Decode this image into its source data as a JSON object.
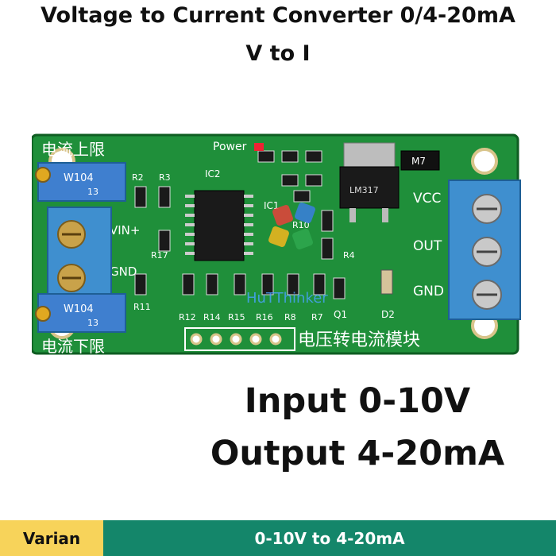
{
  "header": {
    "title_line1": "Voltage to Current Converter 0/4-20mA",
    "title_line2": "V to I"
  },
  "board": {
    "silk_top_left": "电流上限",
    "silk_bottom_left": "电流下限",
    "silk_bottom_right": "电压转电流模块",
    "power_label": "Power",
    "pot_label": "W104",
    "pot_sub": "13",
    "vin_label": "VIN+",
    "gnd_left_label": "GND",
    "vcc_label": "VCC",
    "out_label": "OUT",
    "gnd_right_label": "GND",
    "ic2_label": "IC2",
    "ic1_label": "IC1",
    "q1_label": "Q1",
    "d2_label": "D2",
    "m7_label": "M7",
    "reg_label": "LM317",
    "resistors": [
      "R2",
      "R3",
      "R17",
      "R11",
      "R12",
      "R14",
      "R15",
      "R16",
      "R8",
      "R7",
      "R4",
      "R10"
    ],
    "watermark": "HuTThinker"
  },
  "specs": {
    "input": "Input 0-10V",
    "output": "Output 4-20mA"
  },
  "variant": {
    "label": "Varian",
    "value": "0-10V to 4-20mA"
  }
}
